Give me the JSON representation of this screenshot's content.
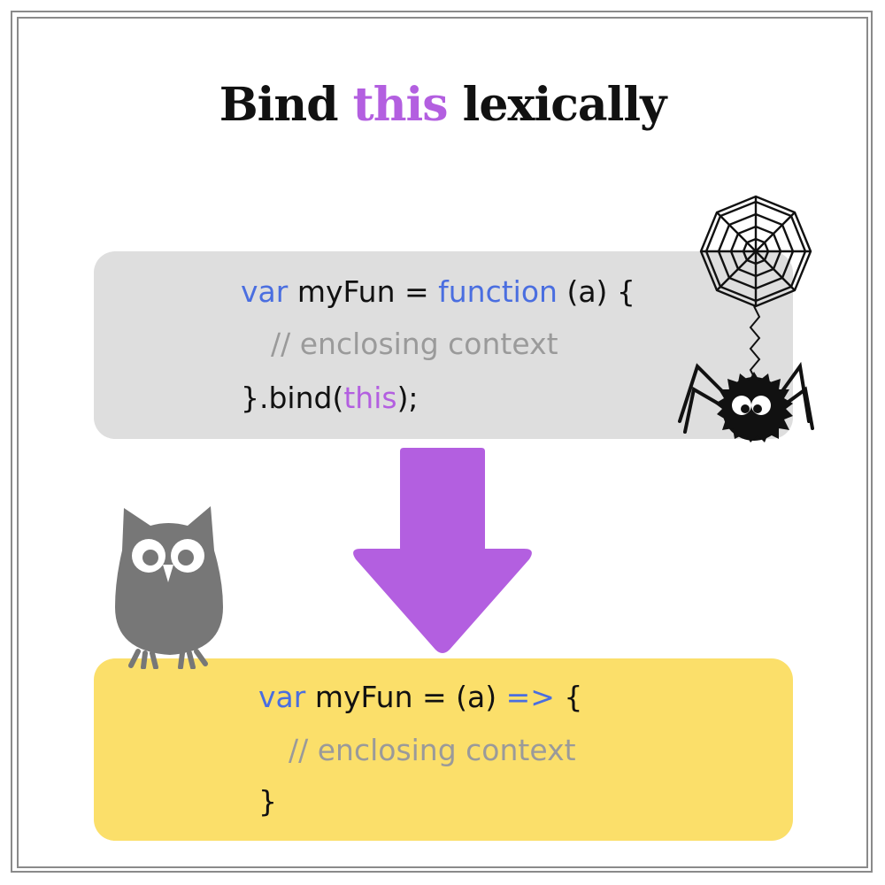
{
  "title": {
    "prefix": "Bind",
    "accent": "this",
    "suffix": "lexically"
  },
  "before_code": {
    "line1": {
      "kw1": "var",
      "text1": " myFun = ",
      "kw2": "function",
      "text2": " (a) {"
    },
    "line2": {
      "comment": "// enclosing context"
    },
    "line3": {
      "text1": "}.bind(",
      "this": "this",
      "text2": ");"
    }
  },
  "after_code": {
    "line1": {
      "kw1": "var",
      "text1": " myFun = (a) ",
      "arrow": "=>",
      "text2": " {"
    },
    "line2": {
      "comment": "// enclosing context"
    },
    "line3": {
      "text": "}"
    }
  },
  "colors": {
    "keyword": "#4a6ee0",
    "this": "#b35fe0",
    "comment": "#9a9a9a",
    "before_box": "#dedede",
    "after_box": "#fbdf6a",
    "arrow": "#b35fe0",
    "owl": "#777777",
    "spider": "#111111"
  },
  "icons": [
    "down-arrow-icon",
    "owl-icon",
    "spider-web-icon",
    "spider-icon"
  ]
}
